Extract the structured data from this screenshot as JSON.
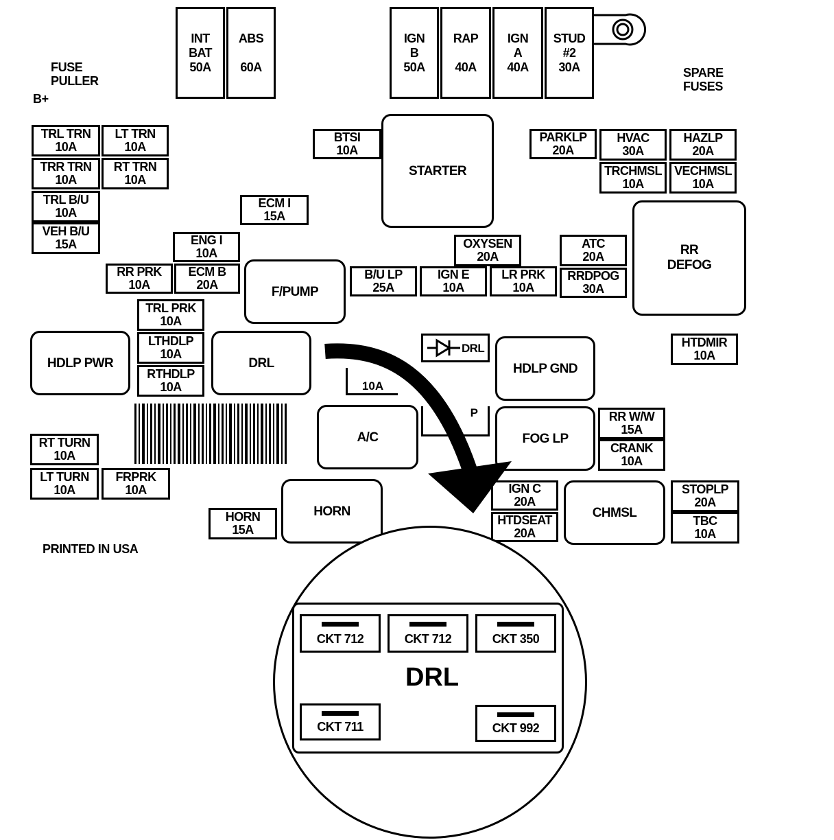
{
  "labels": {
    "fuse_puller": "FUSE\nPULLER",
    "b_plus": "B+",
    "spare_fuses": "SPARE\nFUSES",
    "printed": "PRINTED IN USA"
  },
  "fuses": {
    "int_bat": "INT\nBAT\n50A",
    "abs": "ABS\n\n60A",
    "ign_b": "IGN\nB\n50A",
    "rap": "RAP\n\n40A",
    "ign_a": "IGN\nA\n40A",
    "stud2": "STUD\n#2\n30A",
    "trl_trn": "TRL TRN\n10A",
    "lt_trn": "LT TRN\n10A",
    "trr_trn": "TRR TRN\n10A",
    "rt_trn": "RT TRN\n10A",
    "trl_bu": "TRL B/U\n10A",
    "veh_bu": "VEH B/U\n15A",
    "btsi": "BTSI\n10A",
    "ecm_i": "ECM I\n15A",
    "eng_i": "ENG I\n10A",
    "rr_prk": "RR PRK\n10A",
    "ecm_b": "ECM B\n20A",
    "trl_prk": "TRL PRK\n10A",
    "lthdlp": "LTHDLP\n10A",
    "rthdlp": "RTHDLP\n10A",
    "parklp": "PARKLP\n20A",
    "hvac": "HVAC\n30A",
    "hazlp": "HAZLP\n20A",
    "trchmsl": "TRCHMSL\n10A",
    "vechmsl": "VECHMSL\n10A",
    "oxysen": "OXYSEN\n20A",
    "atc": "ATC\n20A",
    "bu_lp": "B/U LP\n25A",
    "ign_e": "IGN E\n10A",
    "lr_prk": "LR PRK\n10A",
    "rrdpog": "RRDPOG\n30A",
    "htdmir": "HTDMIR\n10A",
    "rr_ww": "RR W/W\n15A",
    "crank": "CRANK\n10A",
    "rt_turn": "RT TURN\n10A",
    "lt_turn": "LT TURN\n10A",
    "frprk": "FRPRK\n10A",
    "horn": "HORN\n15A",
    "ign_c": "IGN C\n20A",
    "htdseat": "HTDSEAT\n20A",
    "stoplp": "STOPLP\n20A",
    "tbc": "TBC\n10A",
    "partial_10a": "10A",
    "partial_p": "P"
  },
  "relays": {
    "starter": "STARTER",
    "rr_defog": "RR\nDEFOG",
    "f_pump": "F/PUMP",
    "hdlp_pwr": "HDLP PWR",
    "drl": "DRL",
    "hdlp_gnd": "HDLP GND",
    "ac": "A/C",
    "fog_lp": "FOG LP",
    "horn": "HORN",
    "chmsl": "CHMSL"
  },
  "drl_diode": "DRL",
  "inset": {
    "title": "DRL",
    "cavities": [
      "CKT 712",
      "CKT 712",
      "CKT 350",
      "CKT 711",
      "CKT 992"
    ]
  }
}
